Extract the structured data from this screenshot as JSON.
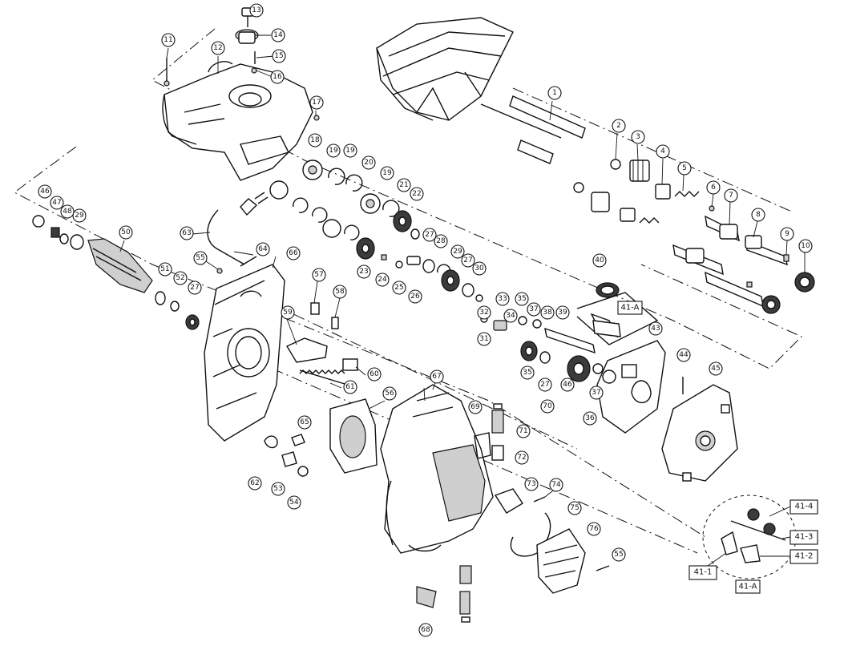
{
  "diagram": {
    "callouts": [
      {
        "id": "c1",
        "label": "1"
      },
      {
        "id": "c2",
        "label": "2"
      },
      {
        "id": "c3",
        "label": "3"
      },
      {
        "id": "c4",
        "label": "4"
      },
      {
        "id": "c5",
        "label": "5"
      },
      {
        "id": "c6",
        "label": "6"
      },
      {
        "id": "c7",
        "label": "7"
      },
      {
        "id": "c8",
        "label": "8"
      },
      {
        "id": "c9",
        "label": "9"
      },
      {
        "id": "c10",
        "label": "10"
      },
      {
        "id": "c11",
        "label": "11"
      },
      {
        "id": "c12",
        "label": "12"
      },
      {
        "id": "c13",
        "label": "13"
      },
      {
        "id": "c14",
        "label": "14"
      },
      {
        "id": "c15",
        "label": "15"
      },
      {
        "id": "c16",
        "label": "16"
      },
      {
        "id": "c17",
        "label": "17"
      },
      {
        "id": "c18",
        "label": "18"
      },
      {
        "id": "c19a",
        "label": "19"
      },
      {
        "id": "c19b",
        "label": "19"
      },
      {
        "id": "c19c",
        "label": "19"
      },
      {
        "id": "c20",
        "label": "20"
      },
      {
        "id": "c21",
        "label": "21"
      },
      {
        "id": "c22",
        "label": "22"
      },
      {
        "id": "c23",
        "label": "23"
      },
      {
        "id": "c24",
        "label": "24"
      },
      {
        "id": "c25",
        "label": "25"
      },
      {
        "id": "c26",
        "label": "26"
      },
      {
        "id": "c27a",
        "label": "27"
      },
      {
        "id": "c27b",
        "label": "27"
      },
      {
        "id": "c27c",
        "label": "27"
      },
      {
        "id": "c27d",
        "label": "27"
      },
      {
        "id": "c28",
        "label": "28"
      },
      {
        "id": "c29a",
        "label": "29"
      },
      {
        "id": "c29b",
        "label": "29"
      },
      {
        "id": "c30",
        "label": "30"
      },
      {
        "id": "c31",
        "label": "31"
      },
      {
        "id": "c32",
        "label": "32"
      },
      {
        "id": "c33",
        "label": "33"
      },
      {
        "id": "c34",
        "label": "34"
      },
      {
        "id": "c35a",
        "label": "35"
      },
      {
        "id": "c35b",
        "label": "35"
      },
      {
        "id": "c36",
        "label": "36"
      },
      {
        "id": "c37a",
        "label": "37"
      },
      {
        "id": "c37b",
        "label": "37"
      },
      {
        "id": "c38",
        "label": "38"
      },
      {
        "id": "c39",
        "label": "39"
      },
      {
        "id": "c40",
        "label": "40"
      },
      {
        "id": "c43",
        "label": "43"
      },
      {
        "id": "c44",
        "label": "44"
      },
      {
        "id": "c45",
        "label": "45"
      },
      {
        "id": "c46a",
        "label": "46"
      },
      {
        "id": "c46b",
        "label": "46"
      },
      {
        "id": "c47",
        "label": "47"
      },
      {
        "id": "c48",
        "label": "48"
      },
      {
        "id": "c50",
        "label": "50"
      },
      {
        "id": "c51",
        "label": "51"
      },
      {
        "id": "c52",
        "label": "52"
      },
      {
        "id": "c53",
        "label": "53"
      },
      {
        "id": "c54",
        "label": "54"
      },
      {
        "id": "c55a",
        "label": "55"
      },
      {
        "id": "c55b",
        "label": "55"
      },
      {
        "id": "c56",
        "label": "56"
      },
      {
        "id": "c57",
        "label": "57"
      },
      {
        "id": "c58",
        "label": "58"
      },
      {
        "id": "c59",
        "label": "59"
      },
      {
        "id": "c60",
        "label": "60"
      },
      {
        "id": "c61",
        "label": "61"
      },
      {
        "id": "c62",
        "label": "62"
      },
      {
        "id": "c63",
        "label": "63"
      },
      {
        "id": "c64",
        "label": "64"
      },
      {
        "id": "c65",
        "label": "65"
      },
      {
        "id": "c66",
        "label": "66"
      },
      {
        "id": "c67",
        "label": "67"
      },
      {
        "id": "c68",
        "label": "68"
      },
      {
        "id": "c69",
        "label": "69"
      },
      {
        "id": "c70",
        "label": "70"
      },
      {
        "id": "c71",
        "label": "71"
      },
      {
        "id": "c72",
        "label": "72"
      },
      {
        "id": "c73",
        "label": "73"
      },
      {
        "id": "c74",
        "label": "74"
      },
      {
        "id": "c75",
        "label": "75"
      },
      {
        "id": "c76",
        "label": "76"
      }
    ],
    "boxed_labels": [
      {
        "id": "b41a_top",
        "label": "41-A"
      },
      {
        "id": "b41_4",
        "label": "41-4"
      },
      {
        "id": "b41_3",
        "label": "41-3"
      },
      {
        "id": "b41_2",
        "label": "41-2"
      },
      {
        "id": "b41_1",
        "label": "41-1"
      },
      {
        "id": "b41a_bottom",
        "label": "41-A"
      }
    ]
  }
}
